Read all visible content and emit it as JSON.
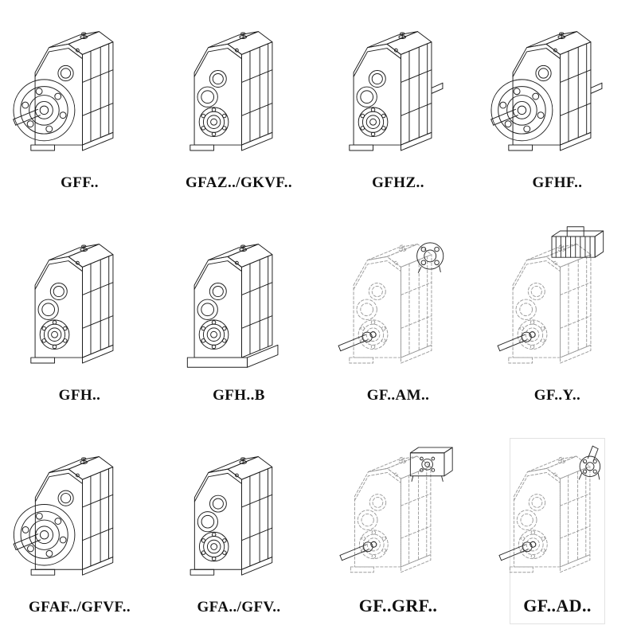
{
  "catalog": {
    "colors": {
      "background": "#ffffff",
      "solid_line": "#1d1d1d",
      "dashed_line": "#9b9b9b",
      "addon_line": "#2a2a2a",
      "label": "#101010"
    },
    "cells": [
      {
        "label": "GFF..",
        "front": "flange",
        "style": "solid"
      },
      {
        "label": "GFAZ../GKVF..",
        "front": "hollow",
        "style": "solid"
      },
      {
        "label": "GFHZ..",
        "front": "hollow",
        "style": "solid",
        "right_stub": true
      },
      {
        "label": "GFHF..",
        "front": "flange",
        "style": "solid",
        "right_stub": true
      },
      {
        "label": "GFH..",
        "front": "hollow",
        "style": "solid"
      },
      {
        "label": "GFH..B",
        "front": "hollow",
        "style": "solid",
        "base_plate": true
      },
      {
        "label": "GF..AM..",
        "front": "hollow",
        "style": "dashed",
        "addon": "iec-adapter-flange"
      },
      {
        "label": "GF..Y..",
        "front": "hollow",
        "style": "dashed",
        "addon": "motor"
      },
      {
        "label": "GFAF../GFVF..",
        "front": "flange",
        "style": "solid"
      },
      {
        "label": "GFA../GFV..",
        "front": "hollow",
        "style": "solid"
      },
      {
        "label": "GF..GRF..",
        "front": "hollow",
        "style": "dashed",
        "addon": "adapter-box",
        "large_label": true
      },
      {
        "label": "GF..AD..",
        "front": "hollow",
        "style": "dashed",
        "addon": "input-shaft-adapter",
        "large_label": true,
        "boxed": true
      }
    ]
  }
}
